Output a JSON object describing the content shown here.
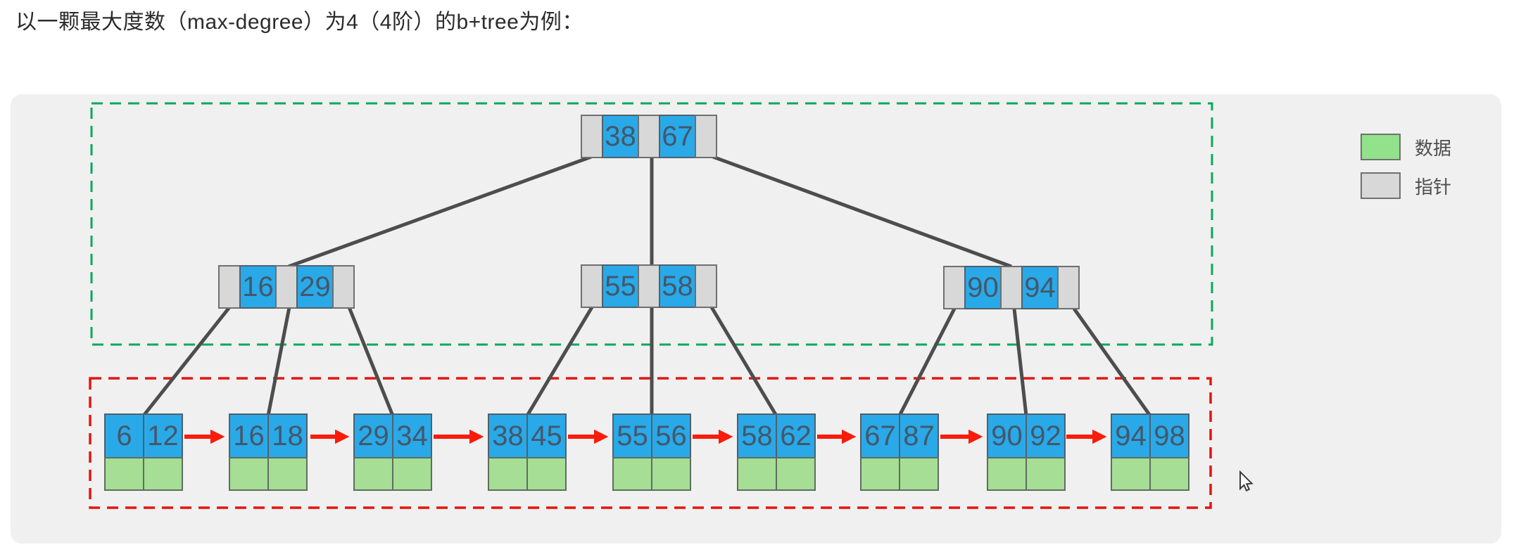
{
  "page": {
    "title": "以一颗最大度数（max-degree）为4（4阶）的b+tree为例："
  },
  "legend": {
    "items": [
      {
        "label": "数据",
        "type": "data"
      },
      {
        "label": "指针",
        "type": "pointer"
      }
    ]
  },
  "tree": {
    "root": {
      "keys": [
        "38",
        "67"
      ]
    },
    "internal": [
      {
        "keys": [
          "16",
          "29"
        ]
      },
      {
        "keys": [
          "55",
          "58"
        ]
      },
      {
        "keys": [
          "90",
          "94"
        ]
      }
    ],
    "leaves": [
      {
        "keys": [
          "6",
          "12"
        ]
      },
      {
        "keys": [
          "16",
          "18"
        ]
      },
      {
        "keys": [
          "29",
          "34"
        ]
      },
      {
        "keys": [
          "38",
          "45"
        ]
      },
      {
        "keys": [
          "55",
          "56"
        ]
      },
      {
        "keys": [
          "58",
          "62"
        ]
      },
      {
        "keys": [
          "67",
          "87"
        ]
      },
      {
        "keys": [
          "90",
          "92"
        ]
      },
      {
        "keys": [
          "94",
          "98"
        ]
      }
    ]
  },
  "colors": {
    "panel_bg": "#f0f0f0",
    "key_cell": "#29a9e8",
    "pointer_cell": "#d8d8d8",
    "data_cell": "#a6de95",
    "legend_data": "#92e28c",
    "key_text": "#44576b",
    "edge": "#4d4d4d",
    "arrow": "#f91c0a",
    "index_box": "#0aa85c",
    "leaf_box": "#e3150e"
  }
}
